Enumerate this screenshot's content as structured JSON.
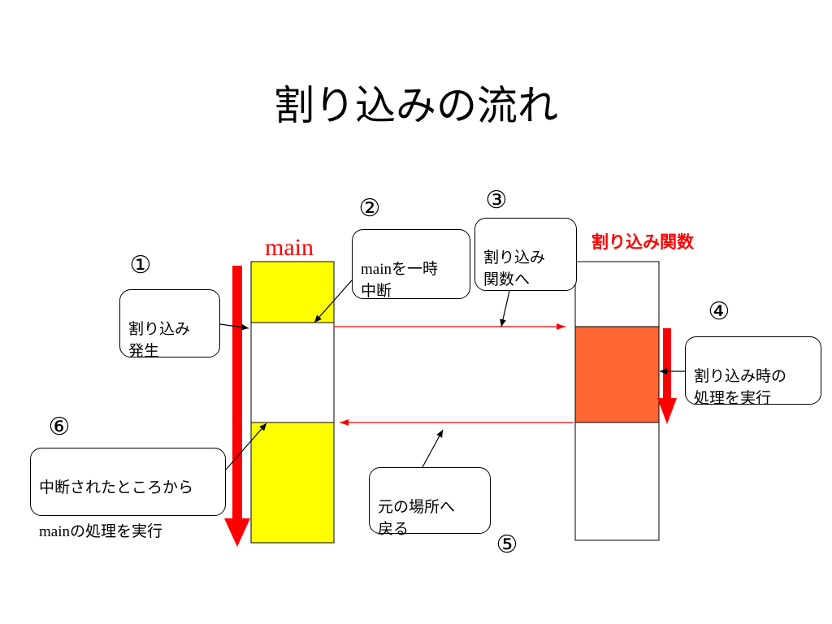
{
  "slide": {
    "title": "割り込みの流れ"
  },
  "labels": {
    "main": "main",
    "interrupt_function": "割り込み関数"
  },
  "steps": [
    {
      "number": "①",
      "text": "割り込み\n発生"
    },
    {
      "number": "②",
      "text_prefix": "main",
      "text_rest": "を一時\n中断"
    },
    {
      "number": "③",
      "text": "割り込み\n関数へ"
    },
    {
      "number": "④",
      "text": "割り込み時の\n処理を実行"
    },
    {
      "number": "⑤",
      "text": "元の場所へ\n戻る"
    },
    {
      "number": "⑥",
      "text_line1": "中断されたところから",
      "text_prefix": "main",
      "text_rest": "の処理を実行"
    }
  ],
  "colors": {
    "main_active": "#ffff00",
    "interrupt_active": "#ff6633",
    "arrow_red": "#ff0000",
    "flow_line": "#ff0000",
    "main_label": "#ff0000",
    "function_label": "#ff0000"
  }
}
